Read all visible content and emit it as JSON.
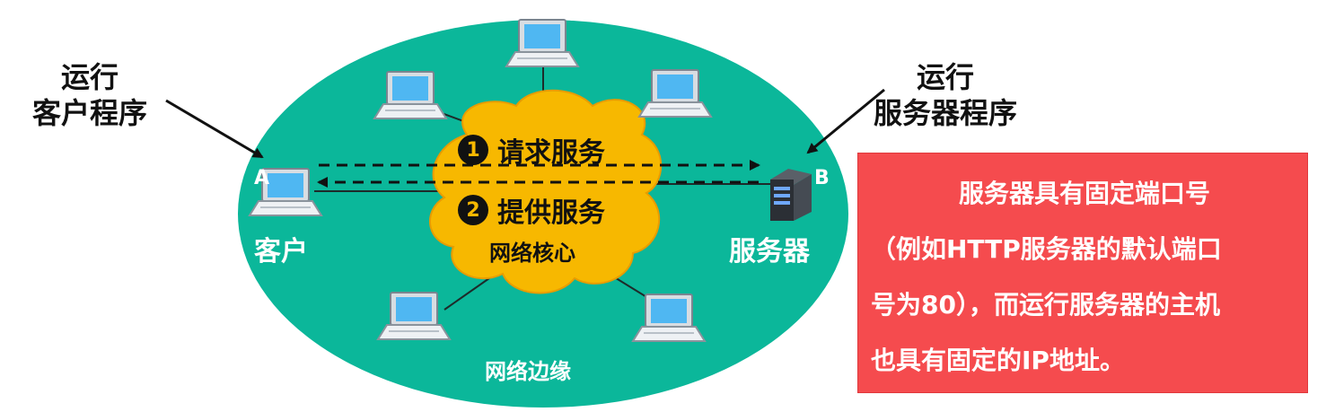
{
  "labels": {
    "client_program": [
      "运行",
      "客户程序"
    ],
    "server_program": [
      "运行",
      "服务器程序"
    ],
    "client": "客户",
    "server": "服务器",
    "client_letter": "A",
    "server_letter": "B",
    "network_edge": "网络边缘",
    "network_core": "网络核心"
  },
  "steps": [
    {
      "number": "1",
      "text": "请求服务"
    },
    {
      "number": "2",
      "text": "提供服务"
    }
  ],
  "note": {
    "lines": [
      "服务器具有固定端口号",
      "（例如HTTP服务器的默认端口",
      "号为80），而运行服务器的主机",
      "也具有固定的IP地址。"
    ]
  },
  "colors": {
    "edge_ellipse": "#0bb79a",
    "cloud": "#f7b800",
    "note_box": "#f54b4e",
    "laptop_screen": "#4fb7f2"
  },
  "icons": {
    "host": "laptop-icon",
    "server": "server-tower-icon",
    "core": "cloud-shape"
  }
}
